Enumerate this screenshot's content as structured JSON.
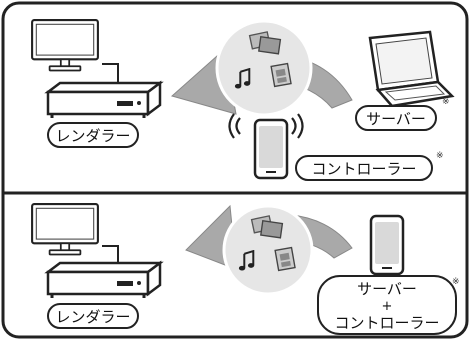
{
  "panels": [
    {
      "renderer_label": "レンダラー",
      "server_label": "サーバー",
      "server_note": "※",
      "controller_label": "コントローラー",
      "controller_note": "※"
    },
    {
      "renderer_label": "レンダラー",
      "combo_server_label": "サーバー",
      "combo_plus_label": "+",
      "combo_controller_label": "コントローラー",
      "combo_note": "※"
    }
  ],
  "icons": {
    "content": [
      "photo-icon",
      "music-note-icon",
      "video-icon"
    ],
    "devices": [
      "tv-icon",
      "recorder-icon",
      "laptop-icon",
      "smartphone-icon",
      "wifi-wave-icon"
    ],
    "flow": "curved-arrow-icon"
  },
  "colors": {
    "arrow": "#a9a9a9",
    "bubble": "#e6e6e6",
    "device_fill": "#ffffff",
    "device_stroke": "#222222",
    "phone_screen": "#d9d9d9"
  }
}
